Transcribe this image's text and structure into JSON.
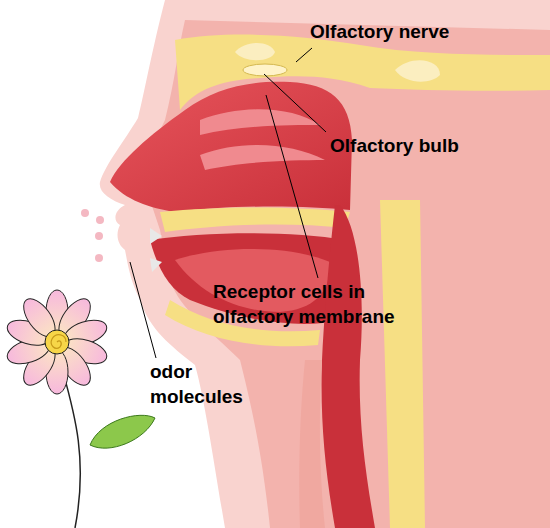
{
  "diagram": {
    "labels": [
      "Olfactory nerve",
      "Olfactory bulb",
      "Receptor cells in olfactory membrane",
      "odor molecules"
    ]
  }
}
